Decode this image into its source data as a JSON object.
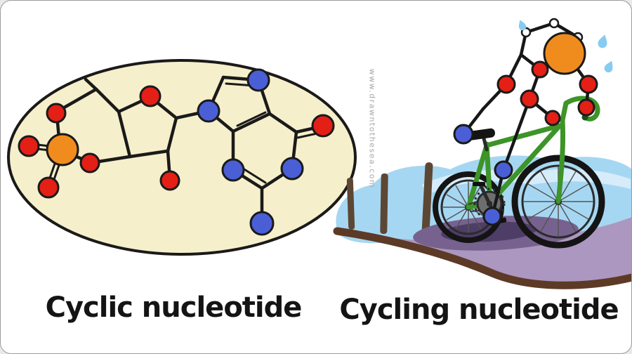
{
  "captions": {
    "left": "Cyclic nucleotide",
    "right": "Cycling nucleotide"
  },
  "watermark": "www.drawntothesea.com",
  "colors": {
    "canvas-bg": "#ffffff",
    "canvas-border": "#9b9b9b",
    "outline": "#1a1a1a",
    "bond": "#1a1a1a",
    "ellipse-fill": "#f6efcb",
    "phosphorus": "#f08c1e",
    "oxygen": "#e41f16",
    "nitrogen": "#4a5fd6",
    "bike-green": "#3d9428",
    "bike-dark": "#1b4f1b",
    "tire-black": "#141414",
    "sky-blue": "#a6d7f2",
    "sky-light": "#d6ecfb",
    "road-purple": "#ab97bf",
    "road-shadow": "#77628f",
    "shadow-dark": "#4e3d66",
    "curb-brown": "#5c3a25",
    "post-brown": "#5c4734",
    "sweat-blue": "#86ccf0",
    "caption-color": "#141414",
    "watermark-color": "#a8a8a8",
    "metal-gray": "#6e6e6e"
  }
}
